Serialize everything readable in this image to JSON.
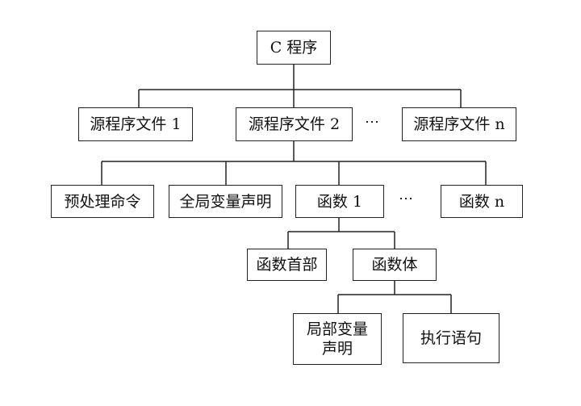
{
  "nodes": {
    "root": "C 程序",
    "src1": "源程序文件 1",
    "src2": "源程序文件 2",
    "srcn": "源程序文件 n",
    "preproc": "预处理命令",
    "globalvar": "全局变量声明",
    "func1": "函数 1",
    "funcn": "函数 n",
    "funchead": "函数首部",
    "funcbody": "函数体",
    "localvar": "局部变量声明",
    "exec": "执行语句"
  },
  "ellipsis_files": "⋯",
  "ellipsis_funcs": "⋯"
}
